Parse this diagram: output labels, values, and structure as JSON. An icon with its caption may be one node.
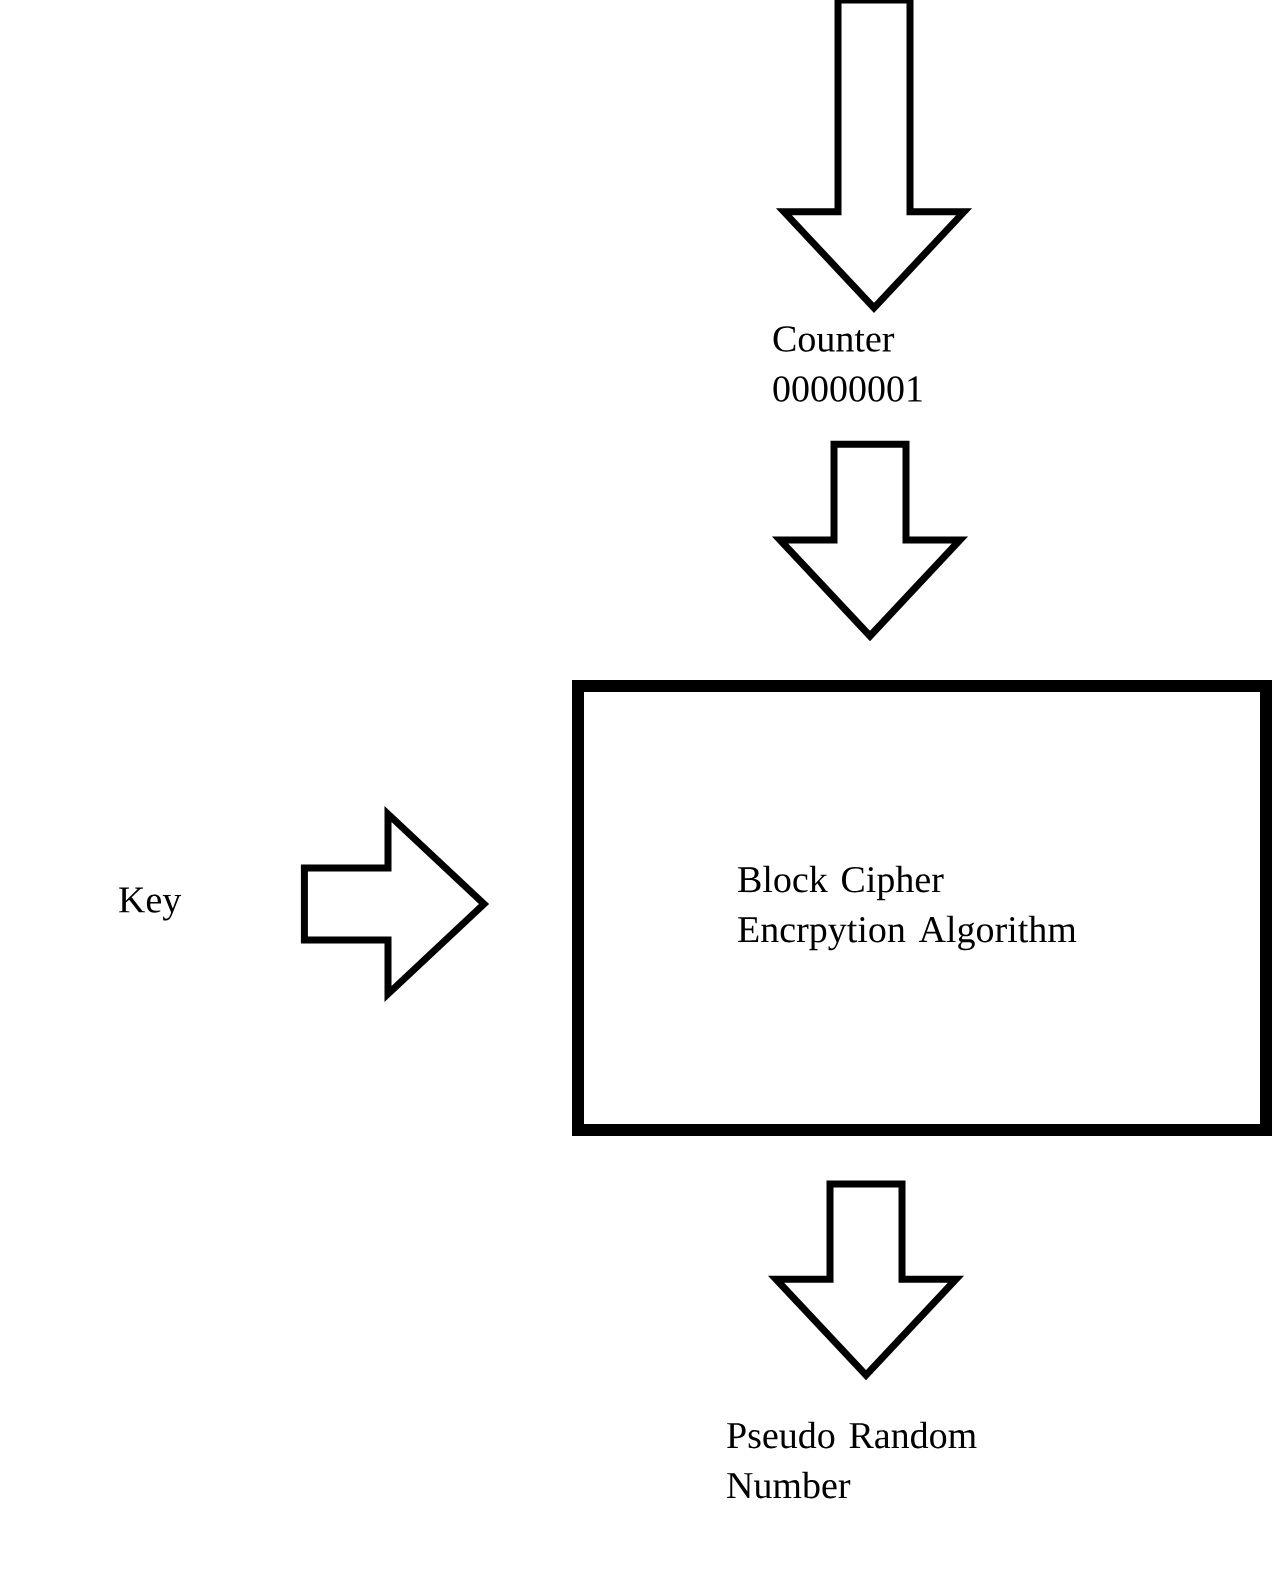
{
  "diagram": {
    "nodes": [
      {
        "text": [
          "Counter 00000001"
        ]
      },
      {
        "text": [
          "Key"
        ]
      },
      {
        "text": [
          "Block Cipher Encrpytion Algorithm"
        ]
      },
      {
        "text": [
          "Pseudo Random Number"
        ]
      }
    ],
    "edges": [
      {
        "from": null,
        "to": 0,
        "arrow": "to"
      },
      {
        "from": 0,
        "to": 2,
        "arrow": "to"
      },
      {
        "from": 1,
        "to": 2,
        "arrow": "to"
      },
      {
        "from": 2,
        "to": 3,
        "arrow": "to"
      }
    ]
  }
}
